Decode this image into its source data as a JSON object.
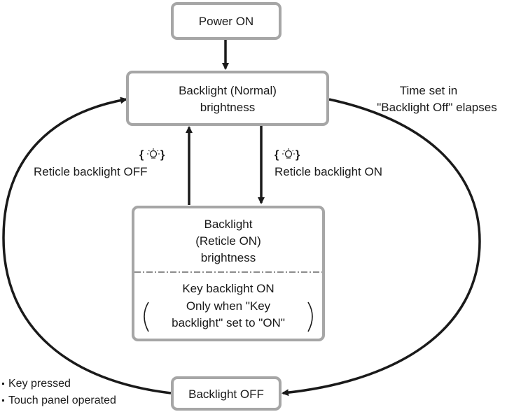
{
  "states": {
    "power_on": {
      "label": "Power ON"
    },
    "normal": {
      "line1": "Backlight (Normal)",
      "line2": "brightness"
    },
    "reticle": {
      "line1": "Backlight",
      "line2": "(Reticle ON)",
      "line3": "brightness",
      "key_line1": "Key backlight ON",
      "key_line2": "Only when \"Key",
      "key_line3": "backlight\" set to \"ON\""
    },
    "off": {
      "label": "Backlight OFF"
    }
  },
  "transitions": {
    "timeout": {
      "line1": "Time set in",
      "line2": "\"Backlight Off\" elapses"
    },
    "reticle_off": {
      "label": "Reticle backlight OFF"
    },
    "reticle_on": {
      "label": "Reticle backlight ON"
    },
    "wake": {
      "item1": "Key pressed",
      "item2": "Touch panel operated"
    }
  },
  "icons": {
    "reticle_off_icon": "reticle-light-icon",
    "reticle_on_icon": "reticle-light-icon"
  },
  "colors": {
    "box_border": "#a6a6a6",
    "arrow": "#1a1a1a"
  }
}
